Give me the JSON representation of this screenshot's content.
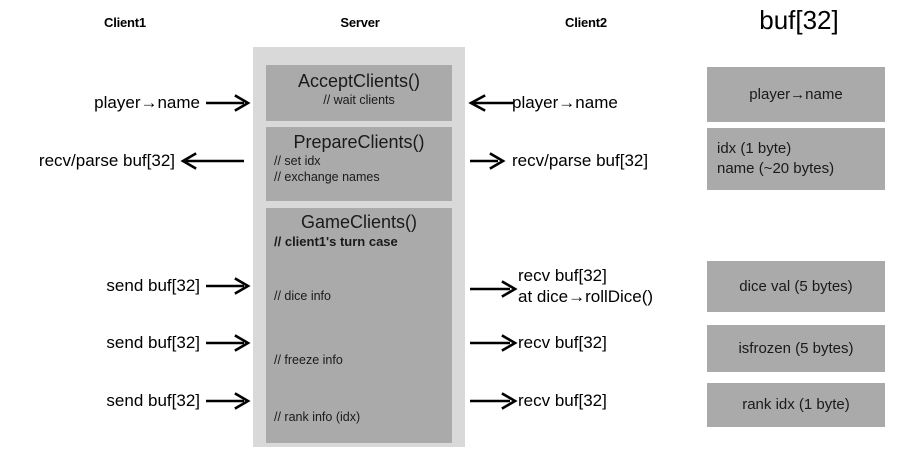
{
  "columns": {
    "client1": "Client1",
    "server": "Server",
    "client2": "Client2",
    "buf": "buf[32]"
  },
  "server_stages": [
    {
      "title": "AcceptClients()",
      "comments": [
        "// wait clients"
      ]
    },
    {
      "title": "PrepareClients()",
      "comments": [
        "// set idx",
        "// exchange names"
      ]
    },
    {
      "title": "GameClients()",
      "comments": [
        "// client1's turn case",
        "// dice info",
        "// freeze info",
        "// rank info (idx)"
      ]
    }
  ],
  "server_game_comments": {
    "turn_case": "// client1's turn case",
    "dice": "// dice info",
    "freeze": "// freeze info",
    "rank": "// rank info (idx)"
  },
  "client1_messages": [
    {
      "text": "player→name",
      "arrow": "right"
    },
    {
      "text": "recv/parse buf[32]",
      "arrow": "left"
    },
    {
      "text": "send buf[32]",
      "arrow": "right"
    },
    {
      "text": "send buf[32]",
      "arrow": "right"
    },
    {
      "text": "send buf[32]",
      "arrow": "right"
    }
  ],
  "client2_messages": [
    {
      "line1": "player→name",
      "line2": "",
      "arrow": "left"
    },
    {
      "line1": "recv/parse buf[32]",
      "line2": "",
      "arrow": "right"
    },
    {
      "line1": "recv buf[32]",
      "line2": "at dice→rollDice()",
      "arrow": "right"
    },
    {
      "line1": "recv buf[32]",
      "line2": "",
      "arrow": "right"
    },
    {
      "line1": "recv buf[32]",
      "line2": "",
      "arrow": "right"
    }
  ],
  "buf_boxes": [
    {
      "line1": "player→name",
      "line2": "",
      "align": "center"
    },
    {
      "line1": "idx (1 byte)",
      "line2": "name (~20 bytes)",
      "align": "left"
    },
    {
      "line1": "dice val (5 bytes)",
      "line2": "",
      "align": "center"
    },
    {
      "line1": "isfrozen (5 bytes)",
      "line2": "",
      "align": "center"
    },
    {
      "line1": "rank idx (1 byte)",
      "line2": "",
      "align": "center"
    }
  ],
  "colors": {
    "server_container": "#d9d9d9",
    "box_fill": "#aaaaaa",
    "text": "#1a1a1a",
    "background": "#ffffff"
  }
}
